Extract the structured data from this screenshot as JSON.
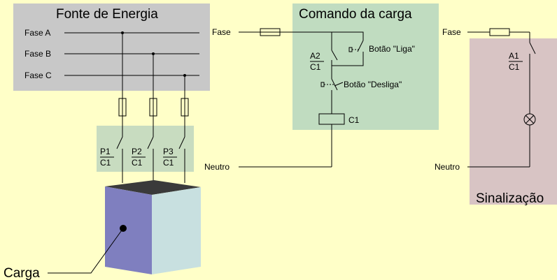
{
  "colors": {
    "background": "#ffffc8",
    "source_panel": "#c8c8c8",
    "contactor_panel": "#c8dcc0",
    "command_panel": "#c0dcc0",
    "signal_panel": "#d8c4c4",
    "load_front": "#7f7fbf",
    "load_side": "#c8e0e0",
    "load_top": "#3a3a3a"
  },
  "source": {
    "title": "Fonte de Energia",
    "phases": [
      "Fase A",
      "Fase B",
      "Fase C"
    ]
  },
  "contactors": [
    {
      "top": "P1",
      "bottom": "C1"
    },
    {
      "top": "P2",
      "bottom": "C1"
    },
    {
      "top": "P3",
      "bottom": "C1"
    }
  ],
  "load": {
    "label": "Carga"
  },
  "command": {
    "title": "Comando da carga",
    "phase_label": "Fase",
    "neutral_label": "Neutro",
    "seal_contact": {
      "top": "A2",
      "bottom": "C1"
    },
    "on_button": "Botão \"Liga\"",
    "off_button": "Botão \"Desliga\"",
    "coil_label": "C1"
  },
  "signal": {
    "title": "Sinalização",
    "phase_label": "Fase",
    "neutral_label": "Neutro",
    "contact": {
      "top": "A1",
      "bottom": "C1"
    },
    "lamp_icon": "lamp-icon"
  }
}
